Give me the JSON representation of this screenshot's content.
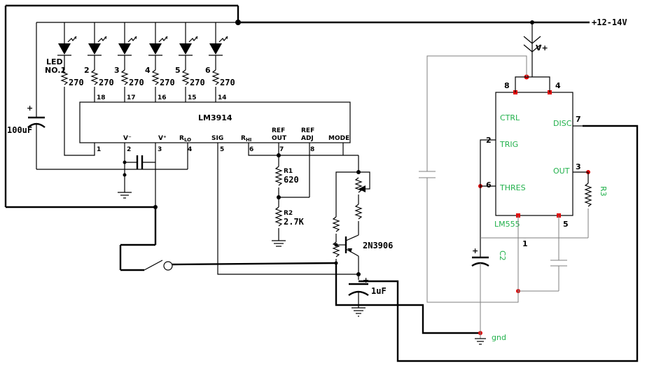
{
  "lm3914": {
    "name": "LM3914",
    "pins_top": [
      "18",
      "17",
      "16",
      "15",
      "14"
    ],
    "pin_labels": {
      "v_minus": "V⁻",
      "v_plus": "V⁺",
      "rlo_main": "R",
      "rlo_sub": "LO",
      "sig": "SIG",
      "rhi_main": "R",
      "rhi_sub": "HI",
      "ref_out_1": "REF",
      "ref_out_2": "OUT",
      "ref_adj_1": "REF",
      "ref_adj_2": "ADJ",
      "mode": "MODE"
    },
    "pins_bottom": [
      "1",
      "2",
      "3",
      "4",
      "5",
      "6",
      "7",
      "8"
    ]
  },
  "leds": {
    "first_label_1": "LED",
    "first_label_2": "NO.1",
    "numbers": [
      "2",
      "3",
      "4",
      "5",
      "6"
    ]
  },
  "led_resistor_value": "270",
  "supply_label": "+12-14V",
  "vplus_label": "V+",
  "capacitors": {
    "c_big": "100uF",
    "c_big_plus": "+",
    "c_1u": "1uF",
    "c_1u_plus": "+",
    "c2": "C2",
    "c2_plus": "+"
  },
  "resistors": {
    "r1_name": "R1",
    "r1_value": "620",
    "r2_name": "R2",
    "r2_value": "2.7K",
    "r3_name": "R3"
  },
  "transistor": "2N3906",
  "lm555": {
    "name": "LM555",
    "pins": {
      "p8": "8",
      "p4": "4",
      "p7": "7",
      "p2": "2",
      "p6": "6",
      "p3": "3",
      "p5": "5",
      "p1": "1"
    },
    "labels": {
      "ctrl": "CTRL",
      "disc": "DISC",
      "trig": "TRIG",
      "out": "OUT",
      "thres": "THRES"
    }
  },
  "gnd_label": "gnd"
}
